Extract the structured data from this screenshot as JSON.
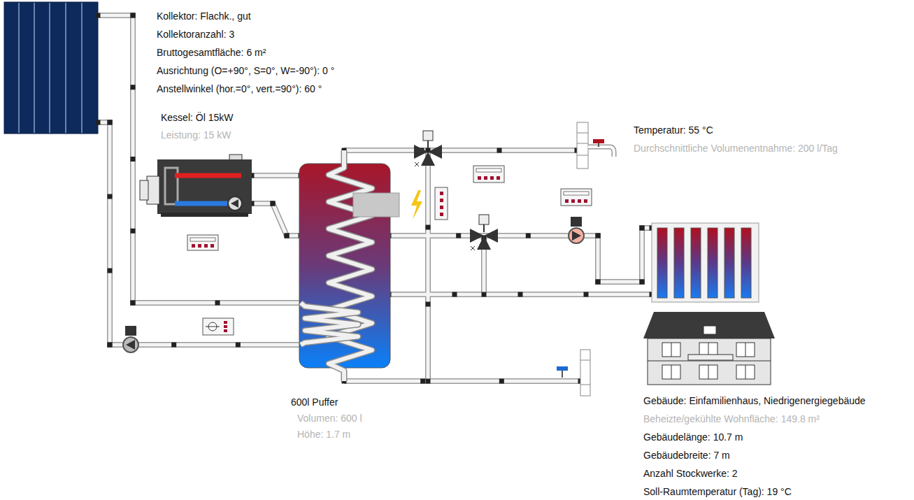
{
  "diagram": {
    "labels": [
      "Kollektor: Flachk., gut",
      "Kollektoranzahl: 3",
      "Bruttogesamtfläche: 6 m²",
      "Ausrichtung (O=+90°, S=0°, W=-90°): 0 °",
      "Anstellwinkel (hor.=0°, vert.=90°): 60 °",
      "Kessel: Öl 15kW",
      "Leistung: 15 kW",
      "Temperatur: 55 °C",
      "Durchschnittliche Volumenentnahme: 200 l/Tag",
      "600l Puffer",
      "Volumen: 600 l",
      "Höhe: 1.7 m",
      "Gebäude: Einfamilienhaus, Niedrigenergiegebäude",
      "Beheizte/gekühlte Wohnfläche: 149.8 m²",
      "Gebäudelänge: 10.7 m",
      "Gebäudebreite: 7 m",
      "Anzahl Stockwerke: 2",
      "Soll-Raumtemperatur (Tag): 19 °C"
    ]
  }
}
